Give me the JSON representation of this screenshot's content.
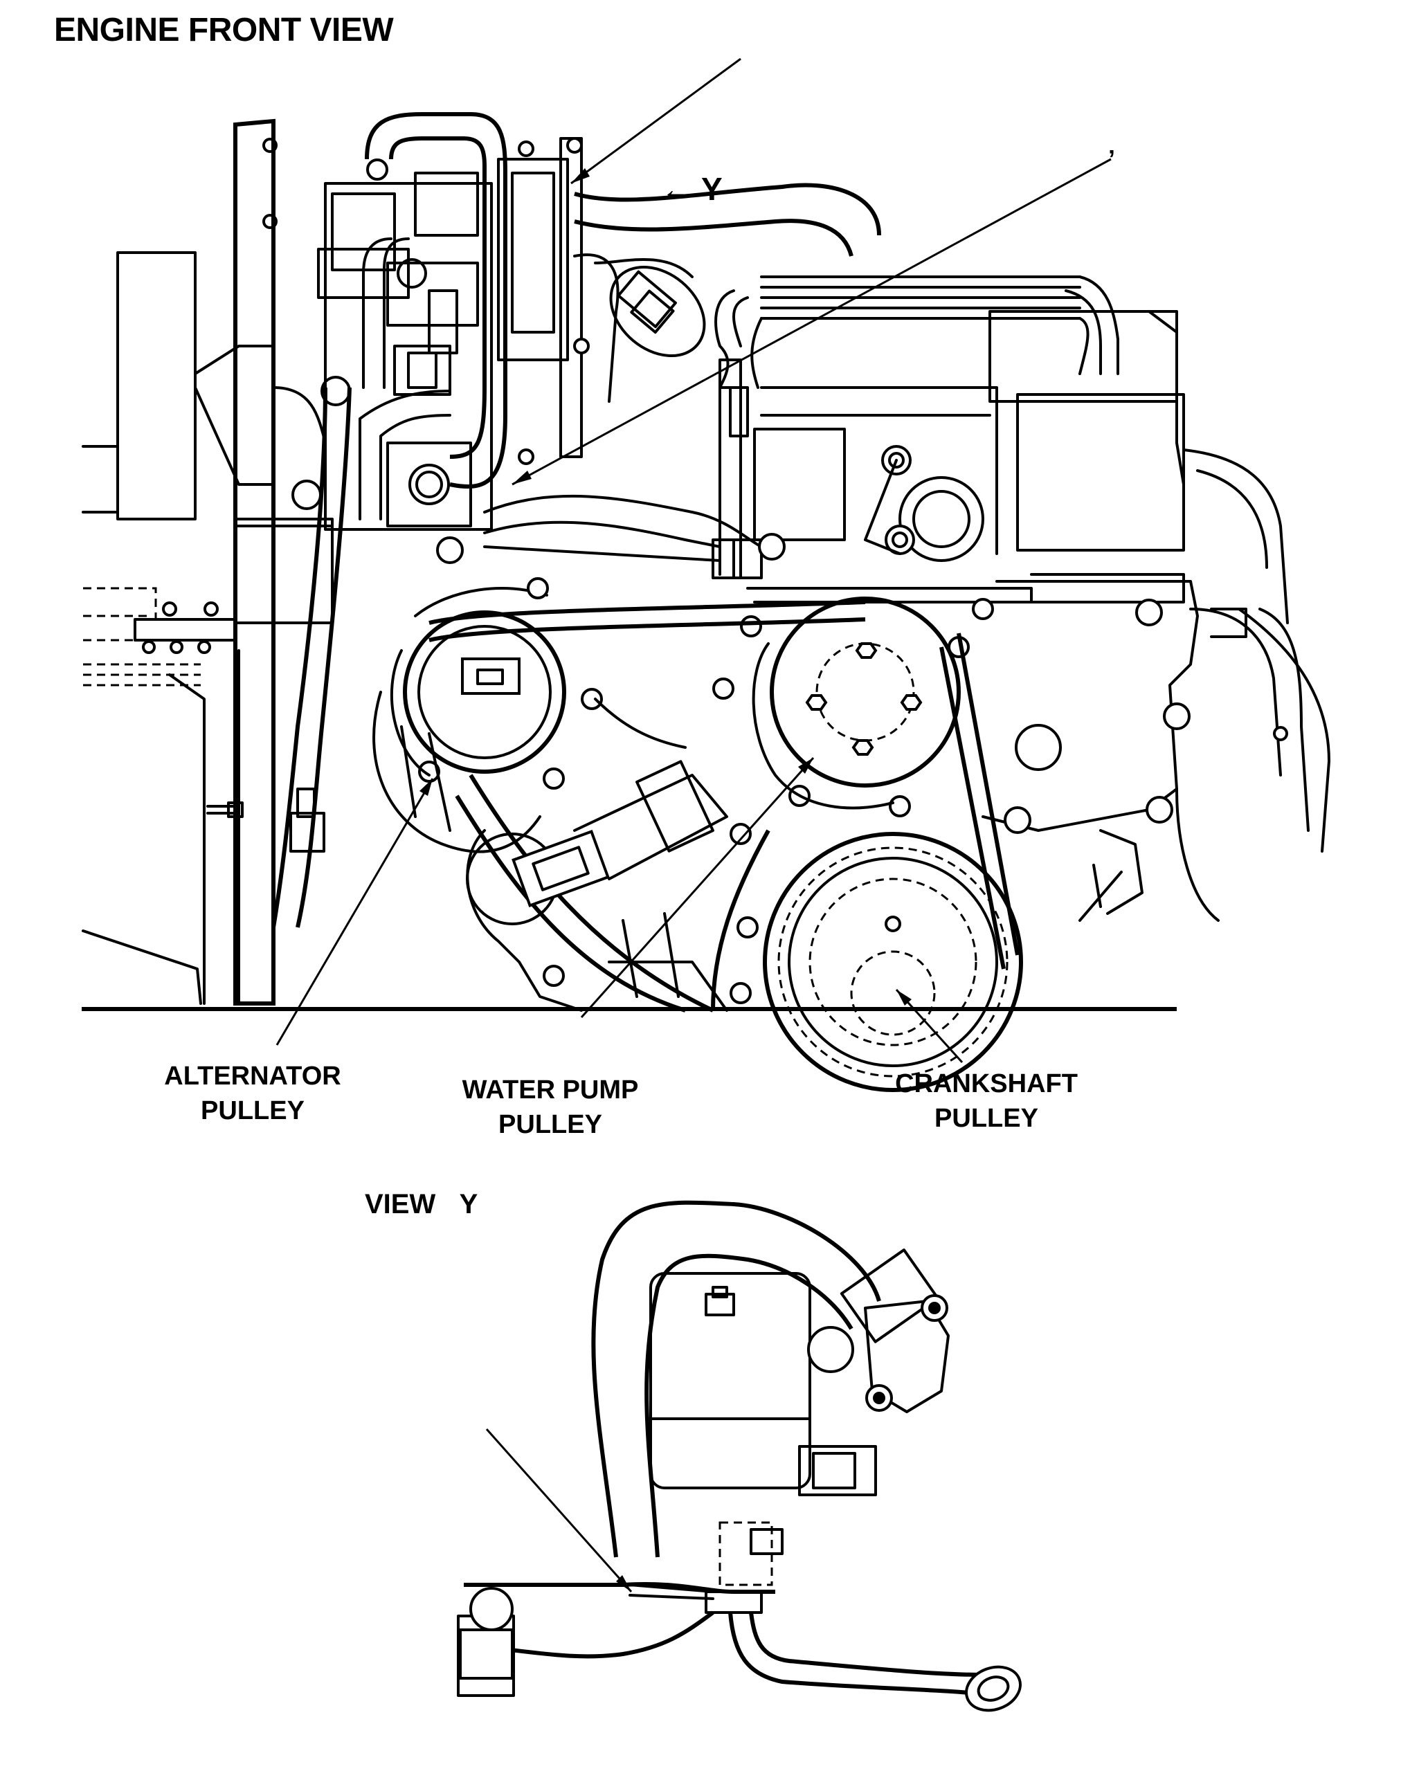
{
  "title": "ENGINE FRONT VIEW",
  "view_arrow_label": "← Y",
  "stray_mark": "’",
  "callouts": {
    "alternator": {
      "line1": "ALTERNATOR",
      "line2": "PULLEY"
    },
    "water_pump": {
      "line1": "WATER PUMP",
      "line2": "PULLEY"
    },
    "crankshaft": {
      "line1": "CRANKSHAFT",
      "line2": "PULLEY"
    }
  },
  "detail_view_title": "VIEW Y"
}
